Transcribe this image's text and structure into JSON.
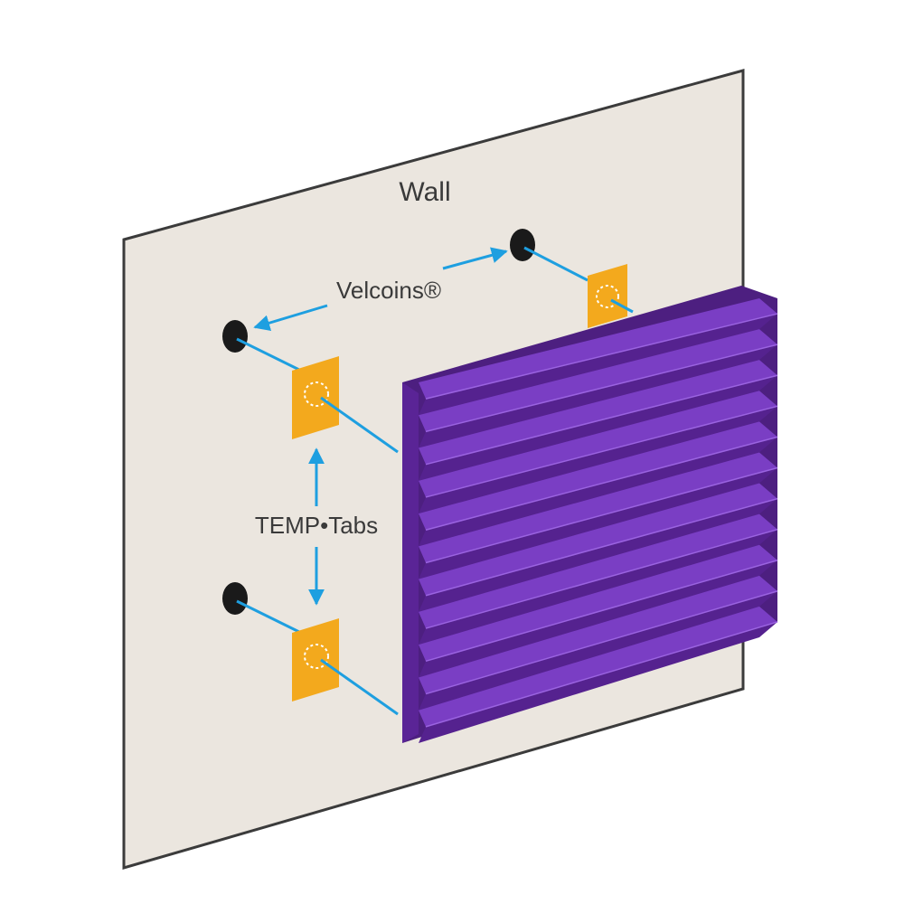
{
  "labels": {
    "wall": "Wall",
    "velcoins": "Velcoins®",
    "temp_tabs": "TEMP•Tabs"
  },
  "colors": {
    "wall_fill": "#ebe6df",
    "wall_stroke": "#3b3b3b",
    "panel_purple": "#6a2fa8",
    "panel_purple_dark": "#4d1f80",
    "panel_purple_light": "#8a4fd0",
    "tab_orange": "#f3a91d",
    "arrow_blue": "#1e9fe0",
    "velcoin_black": "#1a1a1a"
  },
  "icons": {
    "velcoin": "black-dot",
    "temp_tab": "orange-tab-with-dashed-circle"
  }
}
